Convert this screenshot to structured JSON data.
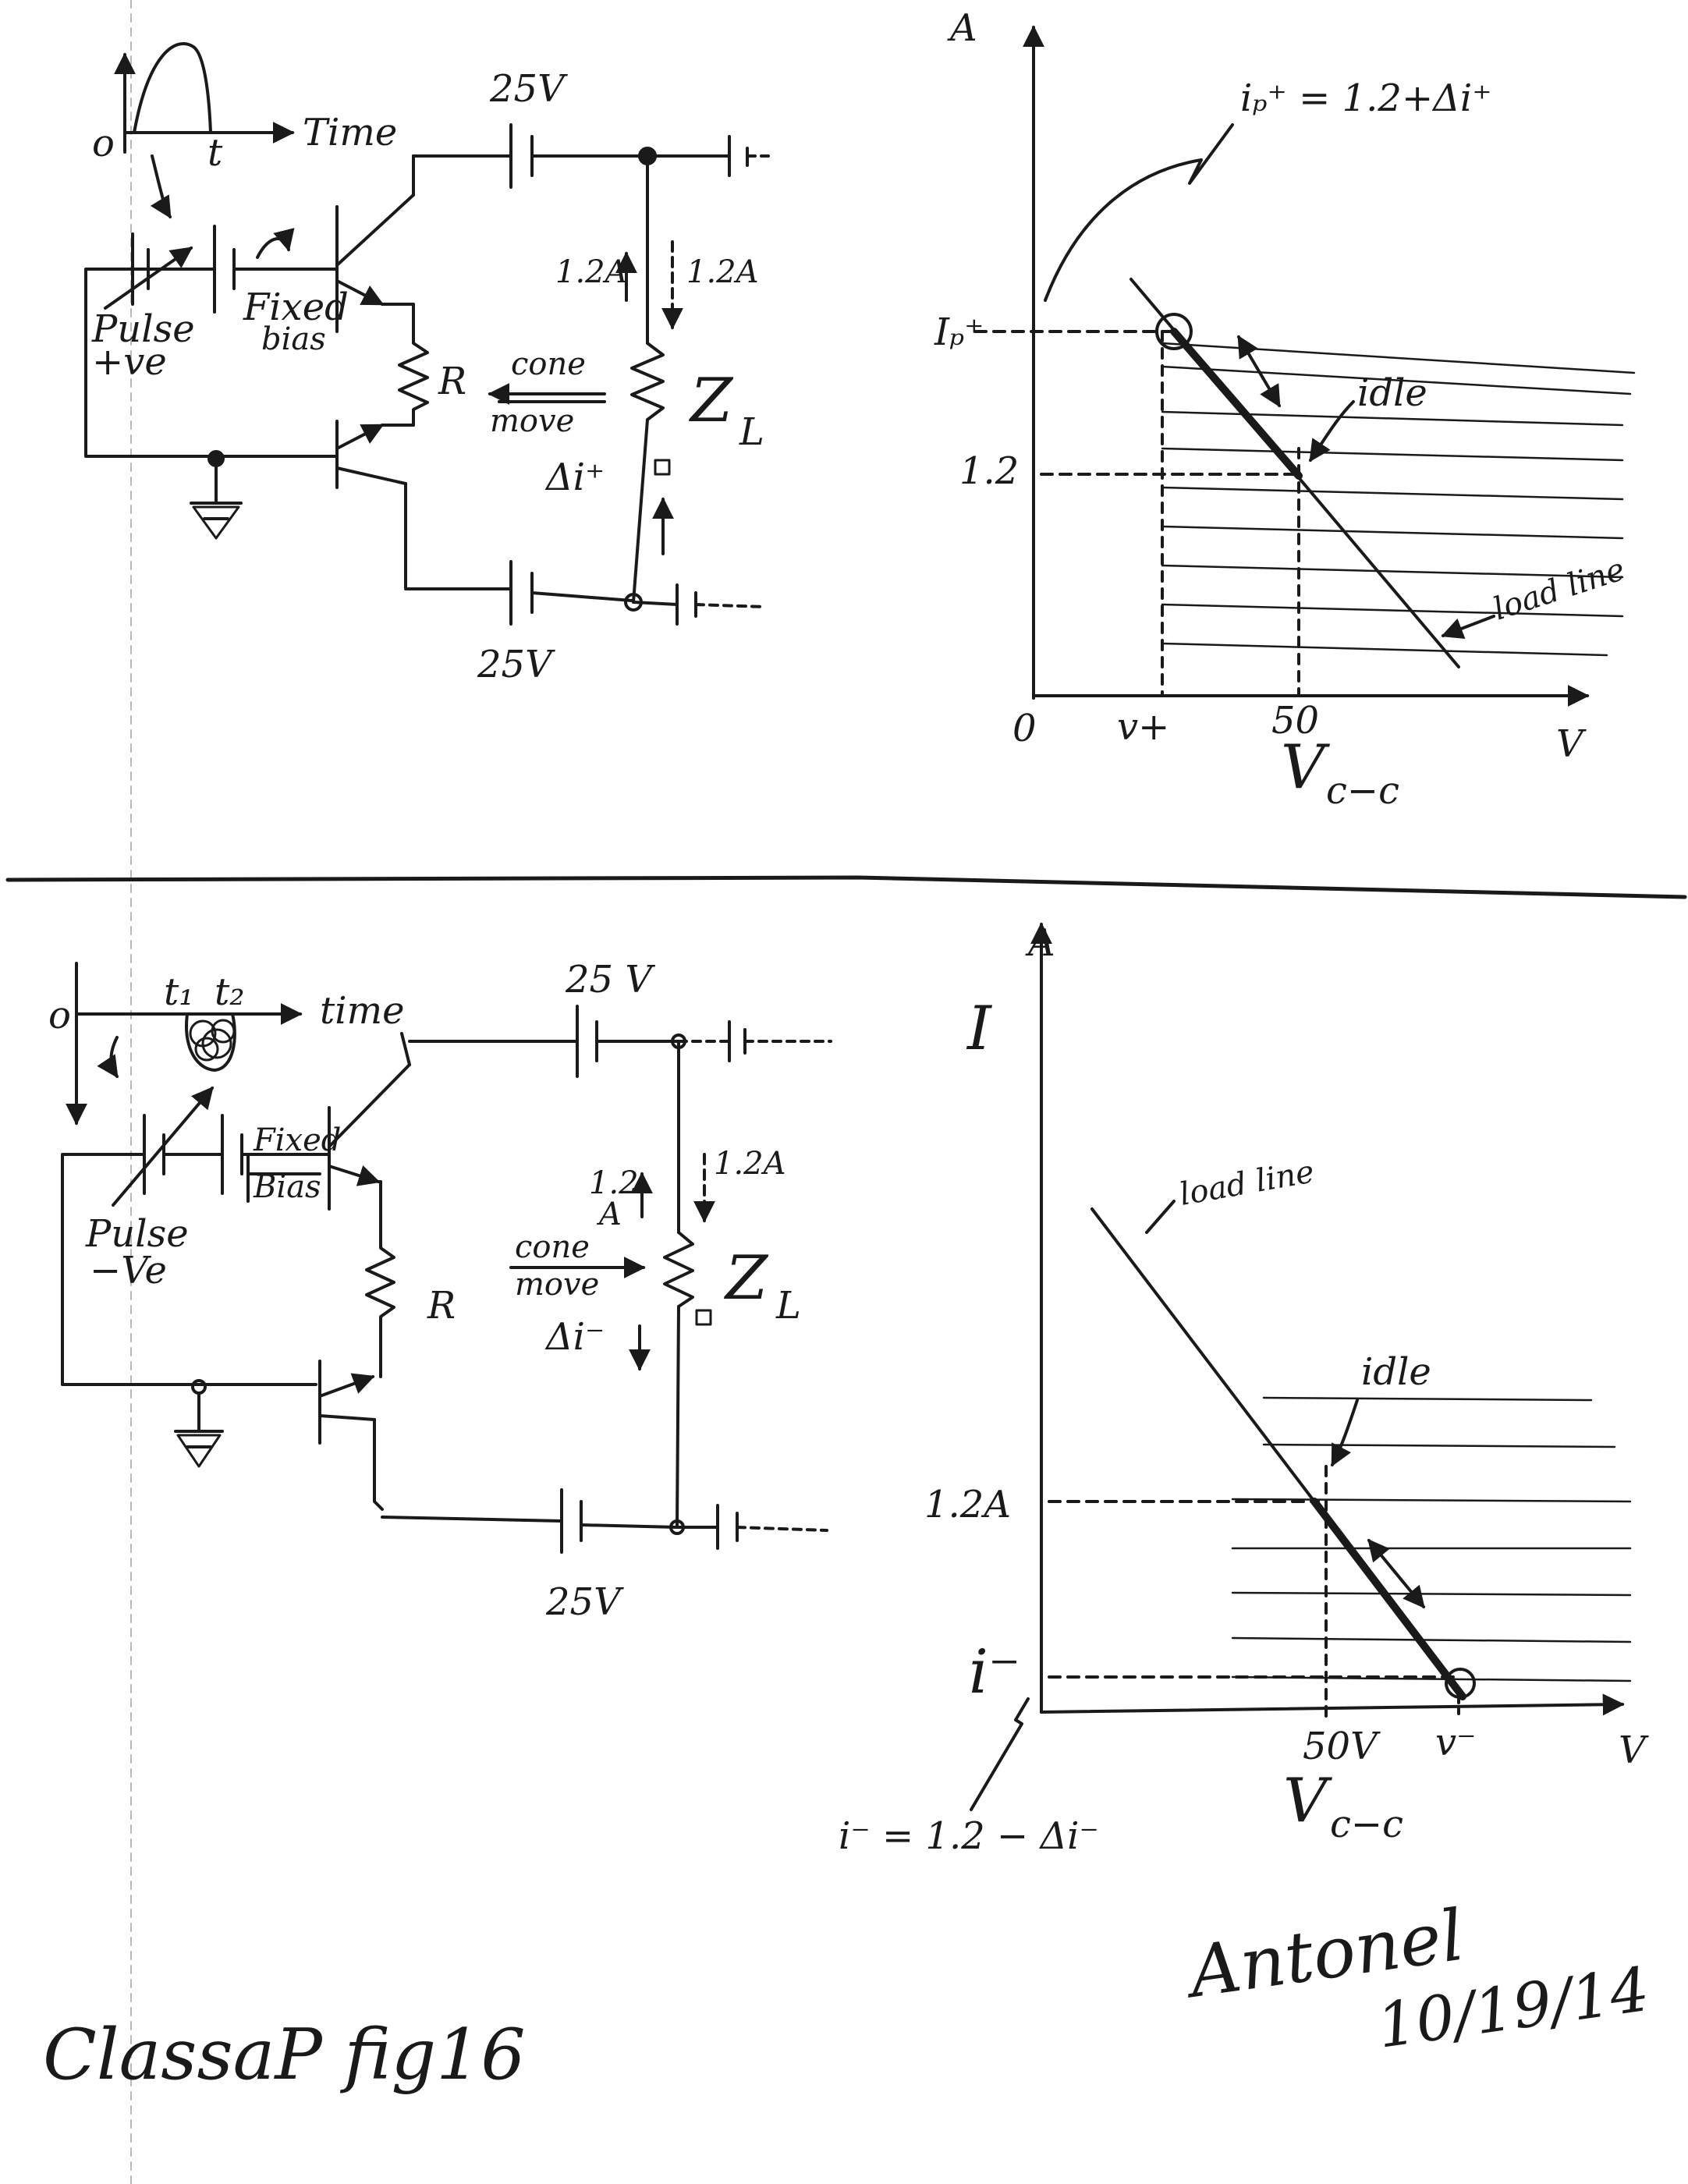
{
  "top_circuit": {
    "origin_label": "o",
    "t_label": "t",
    "time_label": "Time",
    "top_battery_label": "25V",
    "bottom_battery_label": "25V",
    "pulse_label_1": "Pulse",
    "pulse_label_2": "+ve",
    "fixed_bias_1": "Fixed",
    "fixed_bias_2": "bias",
    "resistor_label": "R",
    "current_up": "1.2A",
    "current_down": "1.2A",
    "cone_label_1": "cone",
    "cone_label_2": "move",
    "delta_i": "Δi⁺",
    "load_label": "Z",
    "load_sub": "L"
  },
  "top_graph": {
    "y_axis_label": "A",
    "x_axis_label": "V",
    "origin_label": "0",
    "peak_eq": "iₚ⁺ = 1.2+Δi⁺",
    "peak_y_label": "Iₚ⁺",
    "idle_y_label": "1.2",
    "x_v_plus_label": "v+",
    "x_50_label": "50",
    "vcc_label": "V",
    "vcc_sub": "c−c",
    "idle_label": "idle",
    "load_line_label": "load line"
  },
  "bottom_circuit": {
    "origin_label": "o",
    "t1_label": "t₁",
    "t2_label": "t₂",
    "time_label": "time",
    "top_battery_label": "25 V",
    "bottom_battery_label": "25V",
    "pulse_label_1": "Pulse",
    "pulse_label_2": "−Ve",
    "fixed_bias_1": "Fixed",
    "fixed_bias_2": "Bias",
    "resistor_label": "R",
    "current_up_1": "1.2",
    "current_up_2": "A",
    "current_down": "1.2A",
    "cone_label_1": "cone",
    "cone_label_2": "move",
    "delta_i": "Δi⁻",
    "load_label": "Z",
    "load_sub": "L"
  },
  "bottom_graph": {
    "y_axis_label": "A",
    "y_title": "I",
    "x_axis_label": "V",
    "load_line_label": "load line",
    "idle_label": "idle",
    "idle_y_label": "1.2A",
    "i_minus_label": "i⁻",
    "x_50_label": "50V",
    "x_v_minus_label": "v⁻",
    "vcc_label": "V",
    "vcc_sub": "c−c",
    "min_eq": "i⁻ = 1.2 − Δi⁻"
  },
  "footer": {
    "caption": "ClassaP fig16",
    "signature": "Antonel",
    "date": "10/19/14"
  }
}
